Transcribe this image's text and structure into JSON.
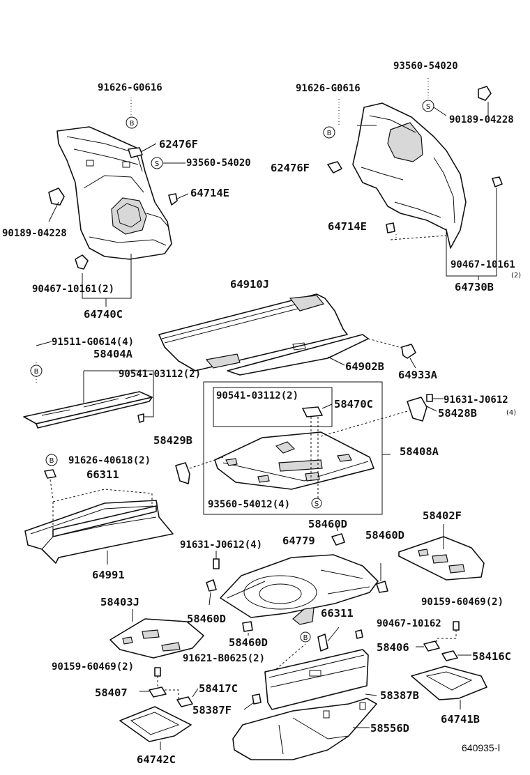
{
  "diagram": {
    "ref_code": "640935-Ⅰ",
    "labels": {
      "p91626_G0616_left": "91626-G0616",
      "p91626_G0616_right": "91626-G0616",
      "p93560_54020_top": "93560-54020",
      "p93560_54020_left": "93560-54020",
      "p62476F_left": "62476F",
      "p62476F_right": "62476F",
      "p90189_04228_left": "90189-04228",
      "p90189_04228_right": "90189-04228",
      "p64714E_left": "64714E",
      "p64714E_right": "64714E",
      "p90467_10161_left": "90467-10161(2)",
      "p90467_10161_right": "90467-10161",
      "p90467_10161_right_qty": "(2)",
      "p64740C": "64740C",
      "p64730B": "64730B",
      "p64910J": "64910J",
      "p91511_G0614": "91511-G0614(4)",
      "p58404A": "58404A",
      "p90541_03112_a": "90541-03112(2)",
      "p90541_03112_b": "90541-03112(2)",
      "p58470C": "58470C",
      "p64902B": "64902B",
      "p64933A": "64933A",
      "p91631_J0612_right": "91631-J0612",
      "p91631_J0612_right_qty": "(4)",
      "p58428B": "58428B",
      "p58429B": "58429B",
      "p58408A": "58408A",
      "p91626_40618": "91626-40618(2)",
      "p66311_a": "66311",
      "p93560_54012": "93560-54012(4)",
      "p58460D_a": "58460D",
      "p58460D_b": "58460D",
      "p58460D_c": "58460D",
      "p58460D_d": "58460D",
      "p58402F": "58402F",
      "p91631_J0612_mid": "91631-J0612(4)",
      "p64779": "64779",
      "p64991": "64991",
      "p58403J": "58403J",
      "p66311_b": "66311",
      "p90467_10162": "90467-10162",
      "p90159_60469_right": "90159-60469(2)",
      "p90159_60469_left": "90159-60469(2)",
      "p91621_B0625": "91621-B0625(2)",
      "p58406": "58406",
      "p58416C": "58416C",
      "p58407": "58407",
      "p58417C": "58417C",
      "p58387F": "58387F",
      "p58387B": "58387B",
      "p64741B": "64741B",
      "p58556D": "58556D",
      "p64742C": "64742C"
    },
    "symbols": {
      "b": "B",
      "s": "S"
    }
  }
}
